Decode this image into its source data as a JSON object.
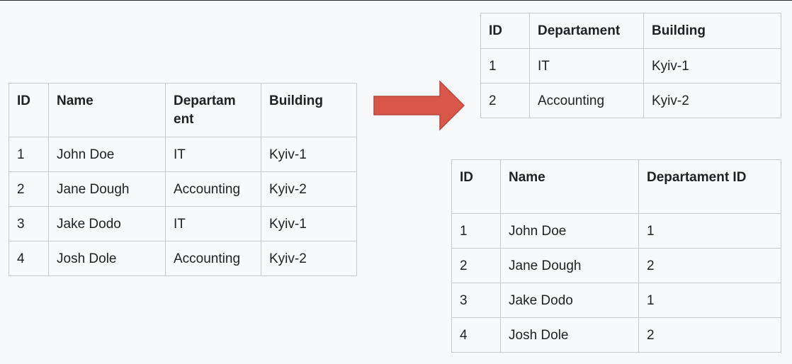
{
  "source_table": {
    "headers": [
      "ID",
      "Name",
      "Departam ent",
      "Building"
    ],
    "header_dept_line1": "Departam",
    "header_dept_line2": "ent",
    "rows": [
      [
        "1",
        "John Doe",
        "IT",
        "Kyiv-1"
      ],
      [
        "2",
        "Jane Dough",
        "Accounting",
        "Kyiv-2"
      ],
      [
        "3",
        "Jake Dodo",
        "IT",
        "Kyiv-1"
      ],
      [
        "4",
        "Josh Dole",
        "Accounting",
        "Kyiv-2"
      ]
    ]
  },
  "department_table": {
    "headers": [
      "ID",
      "Departament",
      "Building"
    ],
    "rows": [
      [
        "1",
        "IT",
        "Kyiv-1"
      ],
      [
        "2",
        "Accounting",
        "Kyiv-2"
      ]
    ]
  },
  "employee_table": {
    "headers": [
      "ID",
      "Name",
      "Departament ID"
    ],
    "rows": [
      [
        "1",
        "John Doe",
        "1"
      ],
      [
        "2",
        "Jane Dough",
        "2"
      ],
      [
        "3",
        "Jake Dodo",
        "1"
      ],
      [
        "4",
        "Josh Dole",
        "2"
      ]
    ]
  },
  "colors": {
    "arrow_fill": "#d9574a",
    "arrow_stroke": "#b6483d",
    "border": "#c9c9c9",
    "background": "#f8f9fb"
  },
  "icons": {
    "arrow": "right-arrow-icon"
  }
}
